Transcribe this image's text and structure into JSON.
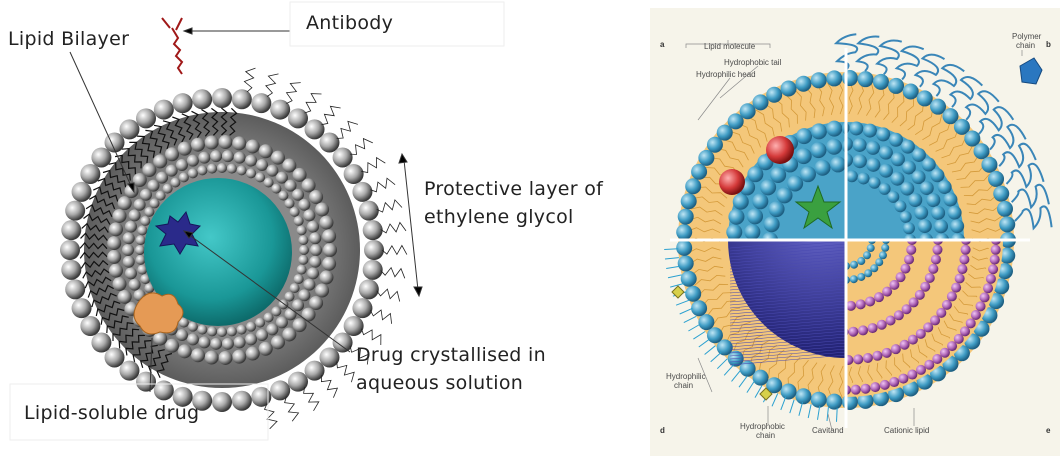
{
  "left_diagram": {
    "labels": {
      "antibody": "Antibody",
      "lipid_bilayer": "Lipid Bilayer",
      "protective_layer_line1": "Protective layer of",
      "protective_layer_line2": "ethylene glycol",
      "drug_crystallised_line1": "Drug crystallised in",
      "drug_crystallised_line2": "aqueous solution",
      "lipid_soluble_drug": "Lipid-soluble drug"
    },
    "colors": {
      "sphere": "#9c9c9c",
      "core": "#1e9a9a",
      "drug_crystal": "#2a2a8a",
      "lipid_drug": "#e59a55",
      "antibody": "#a01818"
    }
  },
  "right_diagram": {
    "panel_letters": {
      "a": "a",
      "b": "b",
      "d": "d",
      "e": "e"
    },
    "labels": {
      "lipid_molecule": "Lipid molecule",
      "hydrophobic_tail": "Hydrophobic tail",
      "hydrophilic_head": "Hydrophilic head",
      "polymer_chain_line1": "Polymer",
      "polymer_chain_line2": "chain",
      "hydrophilic_chain_line1": "Hydrophilic",
      "hydrophilic_chain_line2": "chain",
      "hydrophobic_chain_line1": "Hydrophobic",
      "hydrophobic_chain_line2": "chain",
      "cavitand": "Cavitand",
      "cationic_lipid": "Cationic lipid"
    },
    "colors": {
      "head": "#4aa3c8",
      "tail_zone": "#f4c77a",
      "cationic": "#b067b8",
      "drug": "#d43a3a",
      "star": "#3aa040",
      "background": "#f6f4ea"
    }
  }
}
